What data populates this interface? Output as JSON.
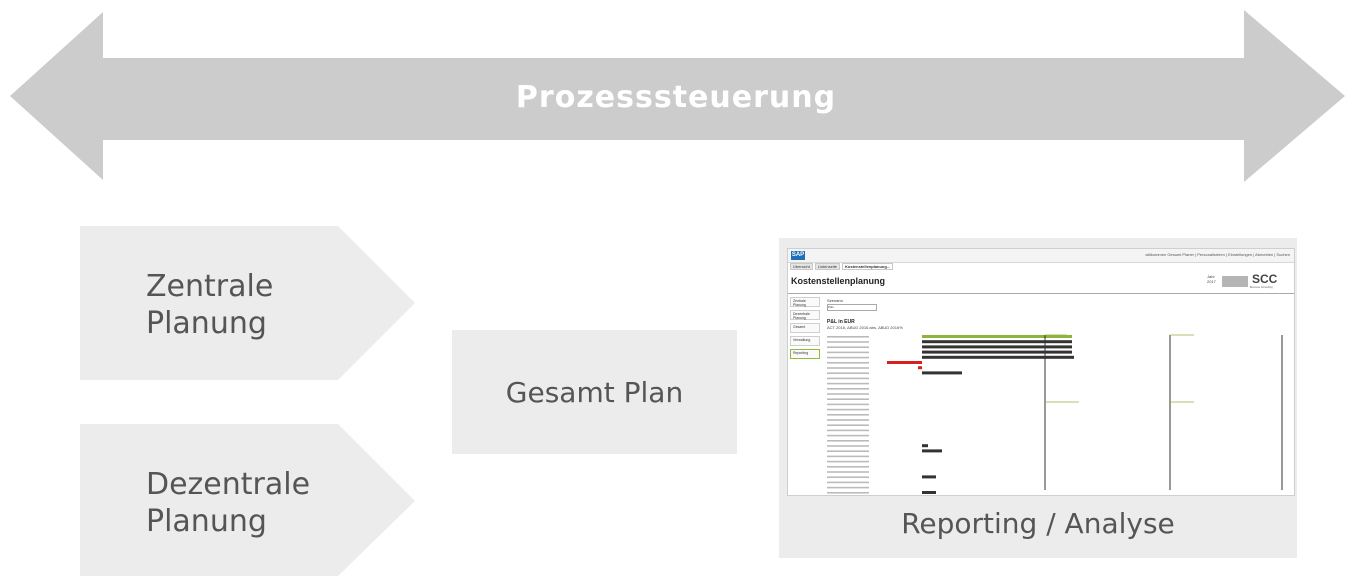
{
  "process_arrow": {
    "label": "Prozesssteuerung",
    "color": "#cccccc"
  },
  "planning": {
    "zentral": {
      "line1": "Zentrale",
      "line2": "Planung"
    },
    "dezentral": {
      "line1": "Dezentrale",
      "line2": "Planung"
    }
  },
  "gesamt": {
    "label": "Gesamt Plan"
  },
  "reporting": {
    "label": "Reporting / Analyse"
  },
  "screenshot": {
    "tabs": [
      "Übersicht",
      "Listenseite",
      "Kostenstellenplanung..."
    ],
    "user_bar": "willkommen  Gesamt Planer  |  Personalisieren  |  Einstellungen  |  Abmelden  |  Suchen",
    "title": "Kostenstellenplanung",
    "year_label": "Jahr",
    "year_value": "2017",
    "logo_text": "SCC",
    "logo_sub": "Business Consulting",
    "sidebar": [
      "Zentrale Planung",
      "Dezentrale Planung",
      "Gesamt",
      "Verwaltung",
      "Reporting"
    ],
    "report_label": "Szenario",
    "select_value": "Plan",
    "chart_heading": "P&L in EUR",
    "chart_sub": "ACT 2016, ΔBUD 2016 abs, ΔBUD 2016%"
  }
}
